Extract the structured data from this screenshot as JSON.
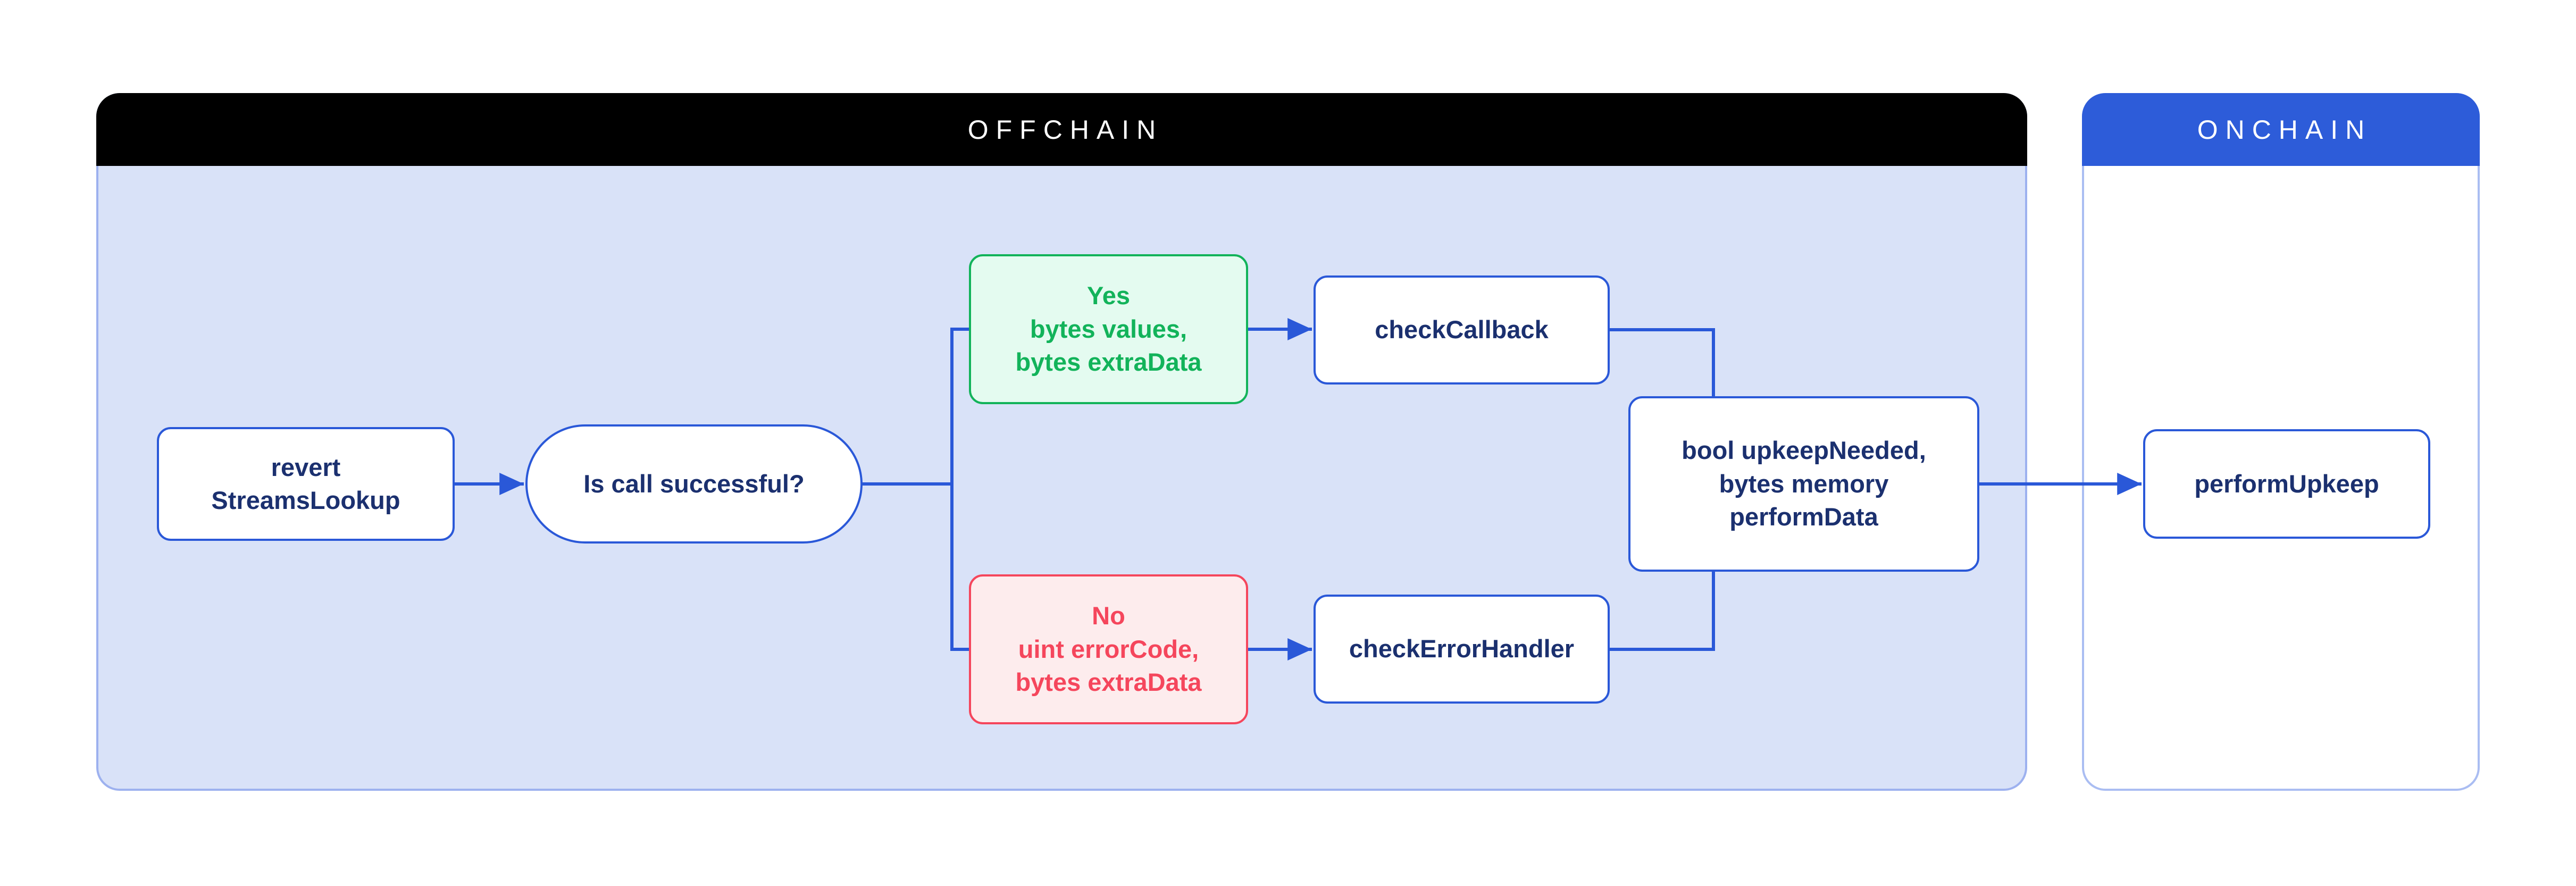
{
  "colors": {
    "line_blue": "#2a58d8",
    "navy": "#1b306f",
    "node_bg": "#ffffff",
    "offchain_header_bg": "#000000",
    "offchain_header_text": "#ffffff",
    "offchain_body_bg": "#d9e2f8",
    "offchain_border": "#9db1ef",
    "onchain_header_bg": "#2d5cd9",
    "onchain_body_bg": "#ffffff",
    "onchain_border": "#aabdf2",
    "green": "#12b35a",
    "green_bg": "#e4fbf0",
    "red": "#f5465c",
    "red_bg": "#fdeced"
  },
  "panels": {
    "offchain": {
      "title": "OFFCHAIN"
    },
    "onchain": {
      "title": "ONCHAIN"
    }
  },
  "nodes": {
    "revert_streams_lookup": {
      "lines": [
        "revert",
        "StreamsLookup"
      ]
    },
    "is_call_successful": {
      "label": "Is call successful?"
    },
    "yes_branch": {
      "lines": [
        "Yes",
        "bytes values,",
        "bytes extraData"
      ]
    },
    "check_callback": {
      "label": "checkCallback"
    },
    "no_branch": {
      "lines": [
        "No",
        "uint errorCode,",
        "bytes extraData"
      ]
    },
    "check_error_handler": {
      "label": "checkErrorHandler"
    },
    "upkeep_needed": {
      "lines": [
        "bool upkeepNeeded,",
        "bytes memory",
        "performData"
      ]
    },
    "perform_upkeep": {
      "label": "performUpkeep"
    }
  }
}
